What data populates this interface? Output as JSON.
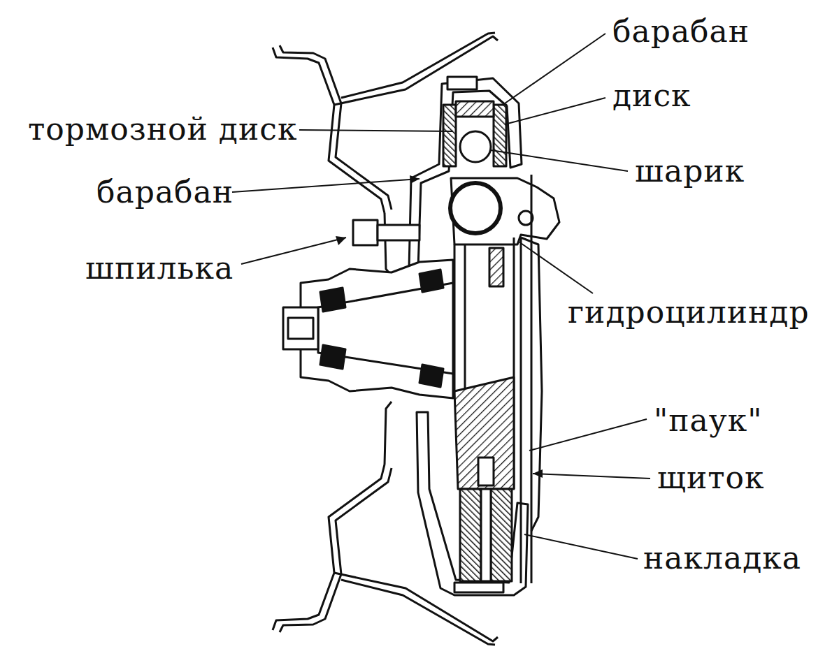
{
  "diagram": {
    "labels": [
      "барабан",
      "диск",
      "тормозной диск",
      "шарик",
      "барабан",
      "шпилька",
      "гидроцилиндр",
      "\"паук\"",
      "щиток",
      "накладка"
    ]
  }
}
